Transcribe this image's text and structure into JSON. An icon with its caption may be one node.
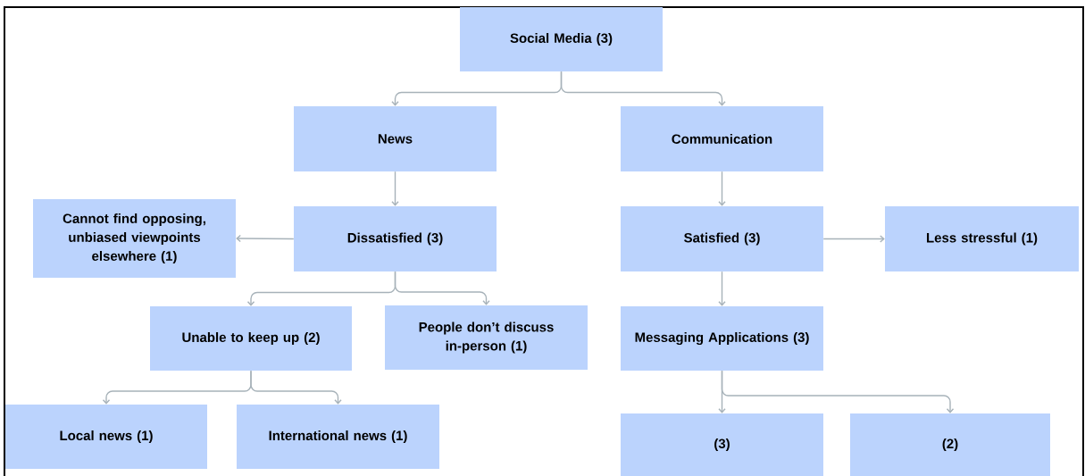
{
  "diagram": {
    "nodes": [
      {
        "text": [
          "Social Media (3)"
        ]
      },
      {
        "text": [
          "News"
        ]
      },
      {
        "text": [
          "Communication"
        ]
      },
      {
        "text": [
          "Dissatisfied (3)"
        ]
      },
      {
        "text": [
          "Cannot find opposing, unbiased viewpoints elsewhere (1)"
        ]
      },
      {
        "text": [
          "Satisfied (3)"
        ]
      },
      {
        "text": [
          "Less stressful (1)"
        ]
      },
      {
        "text": [
          "Unable to keep up (2)"
        ]
      },
      {
        "text": [
          "People don’t discuss in-person (1)"
        ]
      },
      {
        "text": [
          "Messaging Applications (3)"
        ]
      },
      {
        "text": [
          "Local news (1)"
        ]
      },
      {
        "text": [
          "International news (1)"
        ]
      },
      {
        "text": [
          "(3)"
        ]
      },
      {
        "text": [
          "(2)"
        ]
      }
    ],
    "edges": [
      {
        "from": 0,
        "to": 1,
        "arrow": "to"
      },
      {
        "from": 0,
        "to": 2,
        "arrow": "to"
      },
      {
        "from": 1,
        "to": 3,
        "arrow": "to"
      },
      {
        "from": 3,
        "to": 4,
        "arrow": "to"
      },
      {
        "from": 2,
        "to": 5,
        "arrow": "to"
      },
      {
        "from": 5,
        "to": 6,
        "arrow": "to"
      },
      {
        "from": 3,
        "to": 7,
        "arrow": "to"
      },
      {
        "from": 3,
        "to": 8,
        "arrow": "to"
      },
      {
        "from": 5,
        "to": 9,
        "arrow": "to"
      },
      {
        "from": 7,
        "to": 10,
        "arrow": "to"
      },
      {
        "from": 7,
        "to": 11,
        "arrow": "to"
      },
      {
        "from": 9,
        "to": 12,
        "arrow": "to"
      },
      {
        "from": 9,
        "to": 13,
        "arrow": "to"
      }
    ]
  }
}
